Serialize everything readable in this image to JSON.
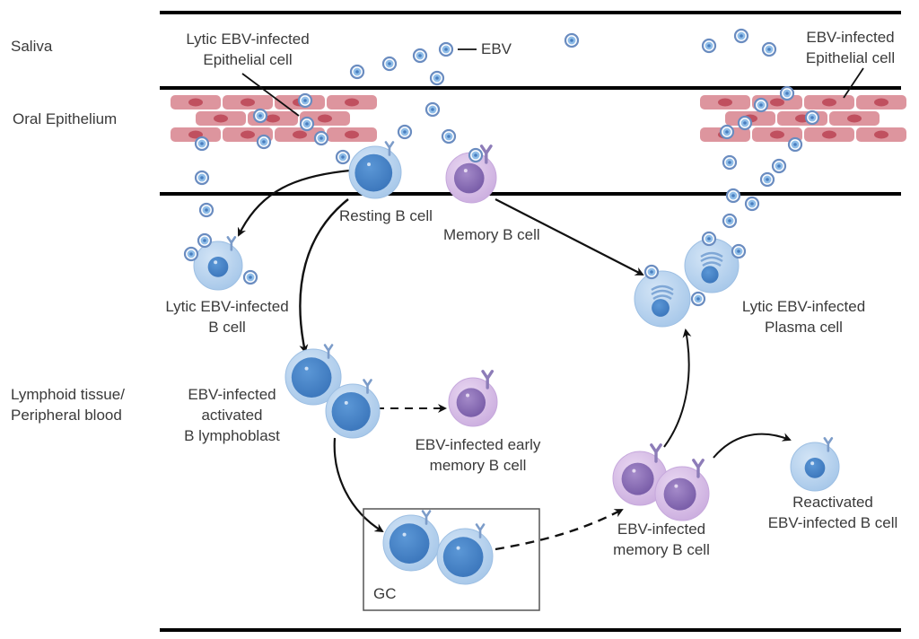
{
  "regions": {
    "saliva": "Saliva",
    "oral_epithelium": "Oral Epithelium",
    "lymphoid": [
      "Lymphoid tissue/",
      "Peripheral blood"
    ]
  },
  "labels": {
    "lytic_epithelial": [
      "Lytic EBV-infected",
      "Epithelial cell"
    ],
    "ebv": "EBV",
    "infected_epithelial": [
      "EBV-infected",
      "Epithelial cell"
    ],
    "resting_b": "Resting B cell",
    "memory_b": "Memory B cell",
    "lytic_b": [
      "Lytic EBV-infected",
      "B cell"
    ],
    "lytic_plasma": [
      "Lytic EBV-infected",
      "Plasma cell"
    ],
    "lymphoblast": [
      "EBV-infected",
      "activated",
      "B lymphoblast"
    ],
    "early_memory": [
      "EBV-infected early",
      "memory B cell"
    ],
    "memory_infected": [
      "EBV-infected",
      "memory B cell"
    ],
    "reactivated": [
      "Reactivated",
      "EBV-infected B cell"
    ],
    "gc": "GC"
  },
  "colors": {
    "b_cell_outer": "#b9d4ee",
    "b_cell_nucleus": "#4a86c8",
    "memory_outer": "#dcc3e8",
    "memory_nucleus": "#8a6bb5",
    "epithelium": "#d98a94",
    "epithelium_nucleus": "#c0505f",
    "virus": "#5a8fcc"
  }
}
